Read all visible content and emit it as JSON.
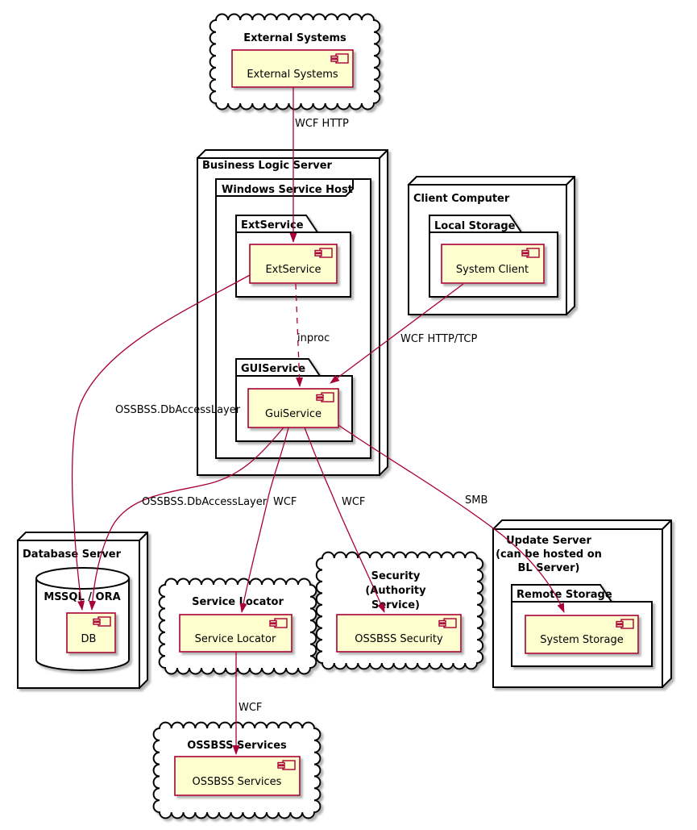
{
  "diagram": {
    "kind": "UML deployment diagram",
    "colors": {
      "accent": "#A80036",
      "component_fill": "#FEFECE",
      "container_fill": "#FFFFFF",
      "border": "#000000",
      "text": "#000000",
      "shadow": "#999999"
    }
  },
  "clouds": {
    "external_systems": {
      "title": "External Systems",
      "component": "External Systems"
    },
    "service_locator": {
      "title": "Service Locator",
      "component": "Service Locator"
    },
    "security": {
      "title_lines": [
        "Security",
        "(Authority",
        "Service)"
      ],
      "component": "OSSBSS Security"
    },
    "ossbss_services": {
      "title": "OSSBSS Services",
      "component": "OSSBSS Services"
    }
  },
  "nodes": {
    "business_logic_server": {
      "title": "Business Logic Server"
    },
    "windows_service_host": {
      "title": "Windows Service Host"
    },
    "client_computer": {
      "title": "Client Computer"
    },
    "database_server": {
      "title": "Database Server"
    },
    "update_server": {
      "title_lines": [
        "Update Server",
        "(can be hosted on",
        "BL Server)"
      ]
    }
  },
  "packages": {
    "ext_service": {
      "title": "ExtService",
      "component": "ExtService"
    },
    "gui_service": {
      "title": "GUIService",
      "component": "GuiService"
    },
    "local_storage": {
      "title": "Local Storage",
      "component": "System Client"
    },
    "remote_storage": {
      "title": "Remote Storage",
      "component": "System Storage"
    }
  },
  "database": {
    "title": "MSSQL / ORA",
    "component": "DB"
  },
  "edges": {
    "external_to_extservice": "WCF HTTP",
    "extservice_to_guiservice": "inproc",
    "client_to_guiservice": "WCF HTTP/TCP",
    "extservice_to_db": "OSSBSS.DbAccessLayer",
    "guiservice_to_db": "OSSBSS.DbAccessLayer",
    "guiservice_to_locator": "WCF",
    "guiservice_to_security": "WCF",
    "guiservice_to_storage": "SMB",
    "locator_to_services": "WCF"
  }
}
